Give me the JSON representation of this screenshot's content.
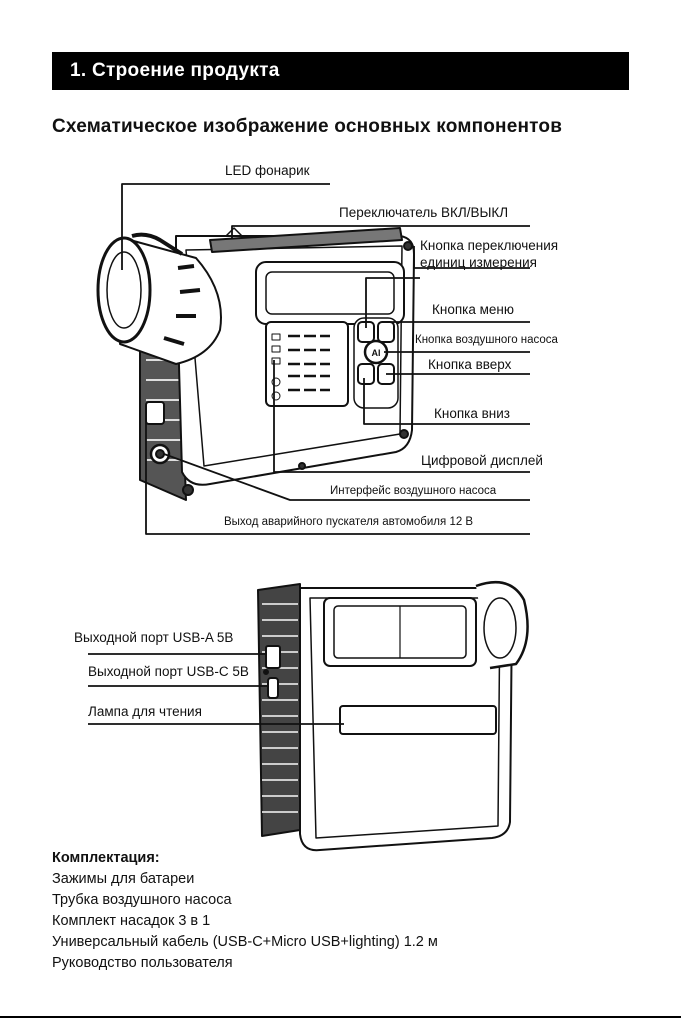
{
  "header": {
    "section_title": "1. Строение продукта",
    "subtitle": "Схематическое изображение основных компонентов"
  },
  "front_labels": {
    "led": "LED фонарик",
    "onoff": "Переключатель ВКЛ/ВЫКЛ",
    "units_line1": "Кнопка переключения",
    "units_line2": "единиц измерения",
    "menu": "Кнопка меню",
    "pump_button": "Кнопка воздушного насоса",
    "up": "Кнопка вверх",
    "down": "Кнопка  вниз",
    "display": "Цифровой дисплей",
    "pump_interface": "Интерфейс воздушного насоса",
    "jump_output": "Выход аварийного пускателя автомобиля 12 В"
  },
  "back_labels": {
    "usba": "Выходной порт USB-A 5В",
    "usbc": "Выходной порт USB-C 5В",
    "lamp": "Лампа для чтения"
  },
  "package": {
    "title": "Комплектация:",
    "items": [
      "Зажимы для батареи",
      "Трубка воздушного насоса",
      "Комплект насадок 3 в 1",
      "Универсальный кабель (USB-C+Micro USB+lighting) 1.2 м",
      "Руководство пользователя"
    ]
  },
  "device_markings": {
    "pump_key": "AI"
  }
}
